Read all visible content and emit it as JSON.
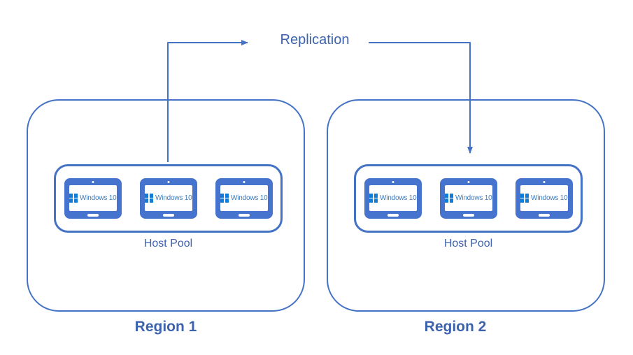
{
  "colors": {
    "line": "#4472C4",
    "box-border": "#4472C4",
    "label-text": "#3D63AE",
    "device-frame": "#4573CE",
    "windows-logo": "#0F7CD7",
    "device-text": "#3C7BBE",
    "background": "#FFFFFF"
  },
  "replication": {
    "label": "Replication"
  },
  "icons": {
    "windows_logo": "windows-logo-icon",
    "arrow_right": "arrow-right-head",
    "arrow_down": "arrow-down-head"
  },
  "regions": [
    {
      "label": "Region 1",
      "host_pool": {
        "label": "Host Pool",
        "devices": [
          {
            "label": "Windows 10"
          },
          {
            "label": "Windows 10"
          },
          {
            "label": "Windows 10"
          }
        ]
      }
    },
    {
      "label": "Region 2",
      "host_pool": {
        "label": "Host Pool",
        "devices": [
          {
            "label": "Windows 10"
          },
          {
            "label": "Windows 10"
          },
          {
            "label": "Windows 10"
          }
        ]
      }
    }
  ]
}
